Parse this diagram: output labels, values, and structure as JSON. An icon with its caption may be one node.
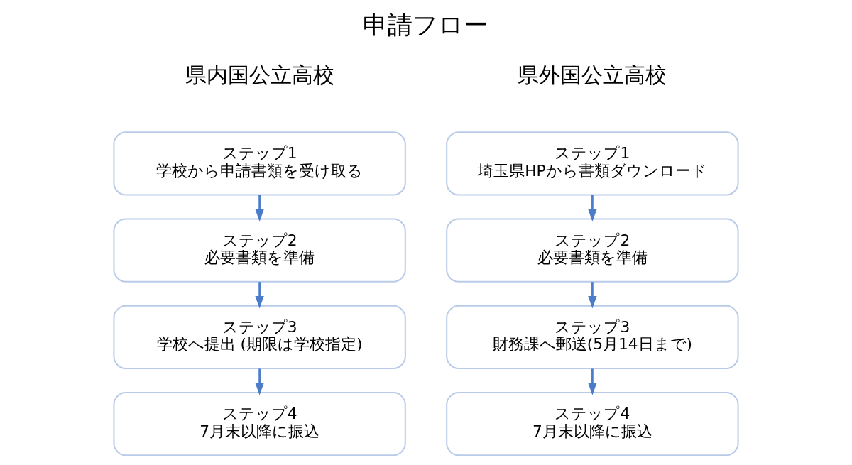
{
  "diagram": {
    "title": "申請フロー",
    "nodes": [
      {
        "text": [
          "ステップ1",
          "学校から申請書類を受け取る"
        ]
      },
      {
        "text": [
          "ステップ2",
          "必要書類を準備"
        ]
      },
      {
        "text": [
          "ステップ3",
          "学校へ提出 (期限は学校指定)"
        ]
      },
      {
        "text": [
          "ステップ4",
          "7月末以降に振込"
        ]
      },
      {
        "text": [
          "ステップ1",
          "埼玉県HPから書類ダウンロード"
        ]
      },
      {
        "text": [
          "ステップ2",
          "必要書類を準備"
        ]
      },
      {
        "text": [
          "ステップ3",
          "財務課へ郵送(5月14日まで)"
        ]
      },
      {
        "text": [
          "ステップ4",
          "7月末以降に振込"
        ]
      }
    ],
    "edges": [
      {
        "from": 0,
        "to": 1,
        "arrow": "to"
      },
      {
        "from": 1,
        "to": 2,
        "arrow": "to"
      },
      {
        "from": 2,
        "to": 3,
        "arrow": "to"
      },
      {
        "from": 4,
        "to": 5,
        "arrow": "to"
      },
      {
        "from": 5,
        "to": 6,
        "arrow": "to"
      },
      {
        "from": 6,
        "to": 7,
        "arrow": "to"
      }
    ],
    "labels": [
      "県内国公立高校",
      "県外国公立高校"
    ]
  }
}
